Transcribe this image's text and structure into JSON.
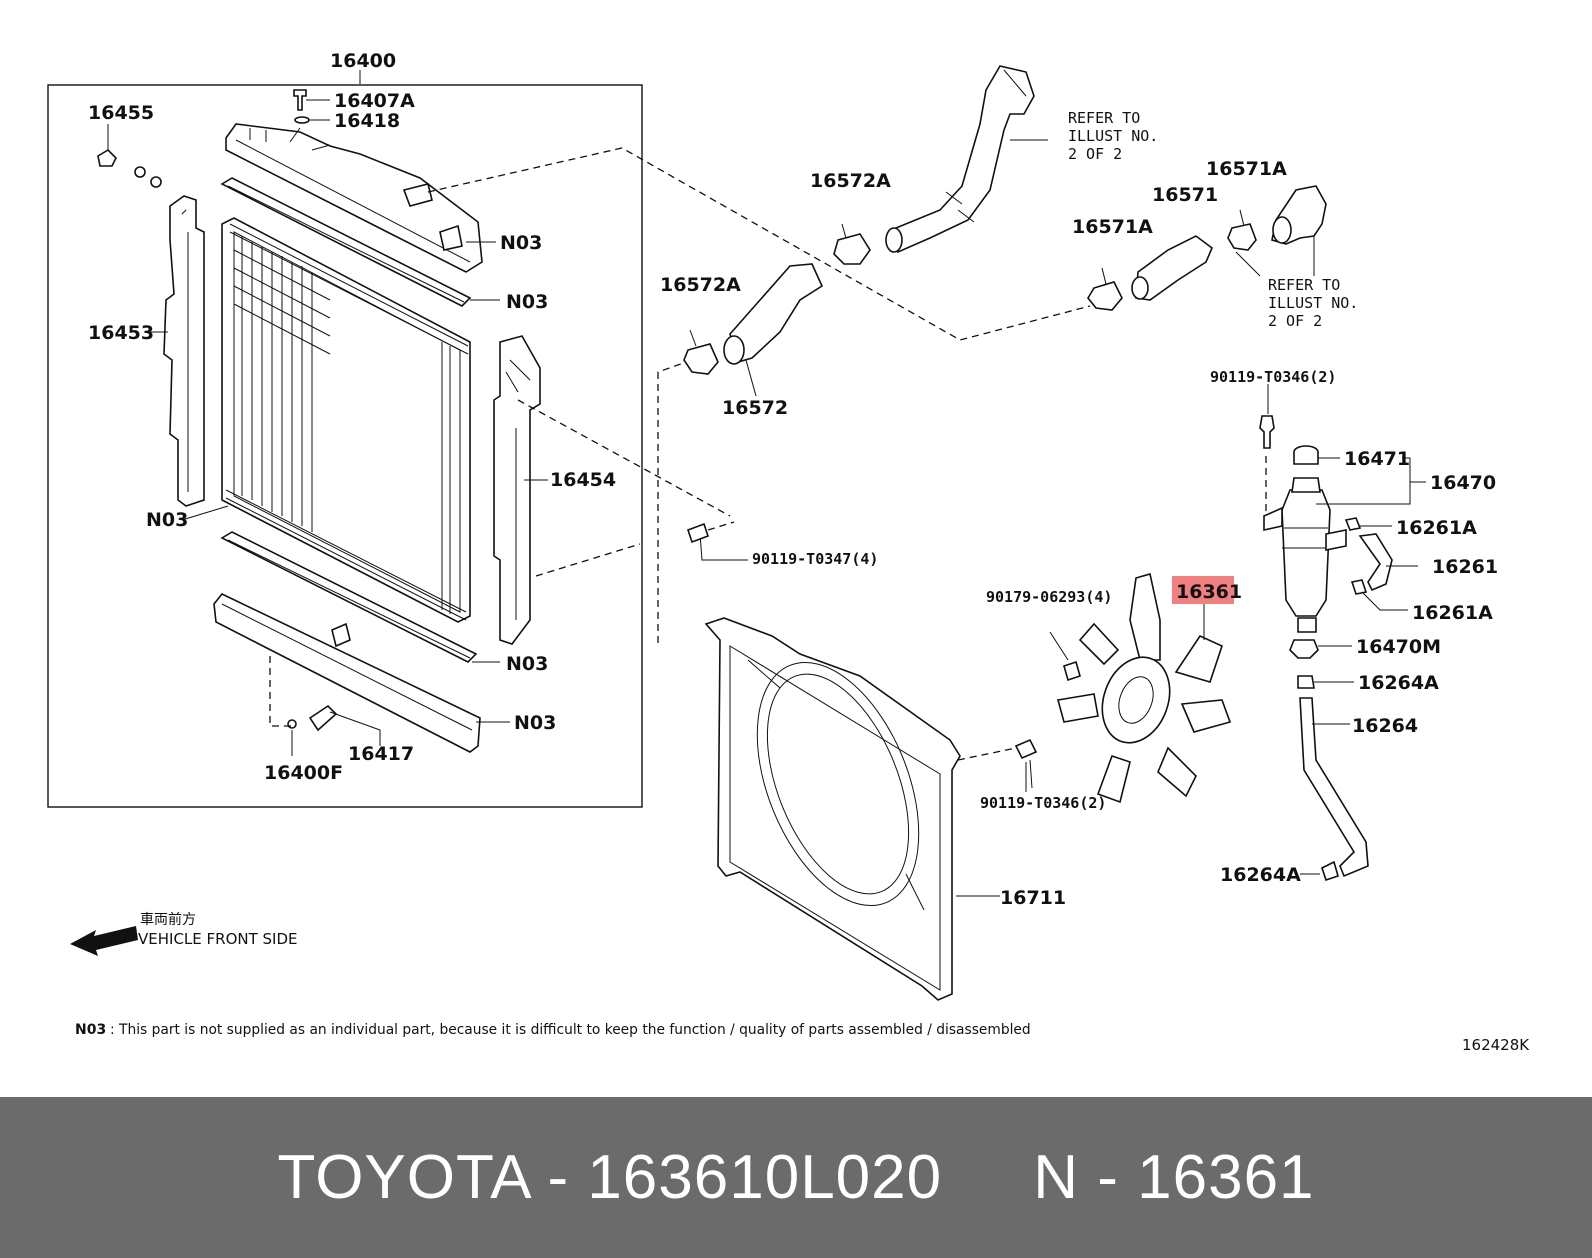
{
  "diagram": {
    "labels": {
      "p16400": "16400",
      "p16407a": "16407A",
      "p16418": "16418",
      "p16455": "16455",
      "p16453": "16453",
      "p16454": "16454",
      "n03_top": "N03",
      "n03_upper": "N03",
      "n03_left": "N03",
      "n03_lower": "N03",
      "n03_bottom": "N03",
      "p16400f": "16400F",
      "p16417": "16417",
      "p16572a_upper": "16572A",
      "p16572a_lower": "16572A",
      "p16572": "16572",
      "p16571a_left": "16571A",
      "p16571a_right": "16571A",
      "p16571": "16571",
      "p90119_t0347": "90119-T0347(4)",
      "p90119_t0346_top": "90119-T0346(2)",
      "p90119_t0346_bottom": "90119-T0346(2)",
      "p90179": "90179-06293(4)",
      "p16361": "16361",
      "p16471": "16471",
      "p16470": "16470",
      "p16261a_upper": "16261A",
      "p16261": "16261",
      "p16261a_lower": "16261A",
      "p16470m": "16470M",
      "p16264a_upper": "16264A",
      "p16264": "16264",
      "p16264a_lower": "16264A",
      "p16711": "16711"
    },
    "refer_upper": [
      "REFER TO",
      "ILLUST NO.",
      "2 OF 2"
    ],
    "refer_lower": [
      "REFER TO",
      "ILLUST NO.",
      "2 OF 2"
    ],
    "front_side_jp": "車両前方",
    "front_side_en": "VEHICLE FRONT SIDE",
    "footnote_code": "N03",
    "footnote_text": ": This part is not supplied as an individual part, because it is difficult to keep the function / quality of parts assembled / disassembled",
    "illustration_id": "162428K",
    "highlight_color": "#f08080"
  },
  "footer": {
    "text": "TOYOTA - 163610L020     N - 16361",
    "background": "#6b6b6b"
  }
}
